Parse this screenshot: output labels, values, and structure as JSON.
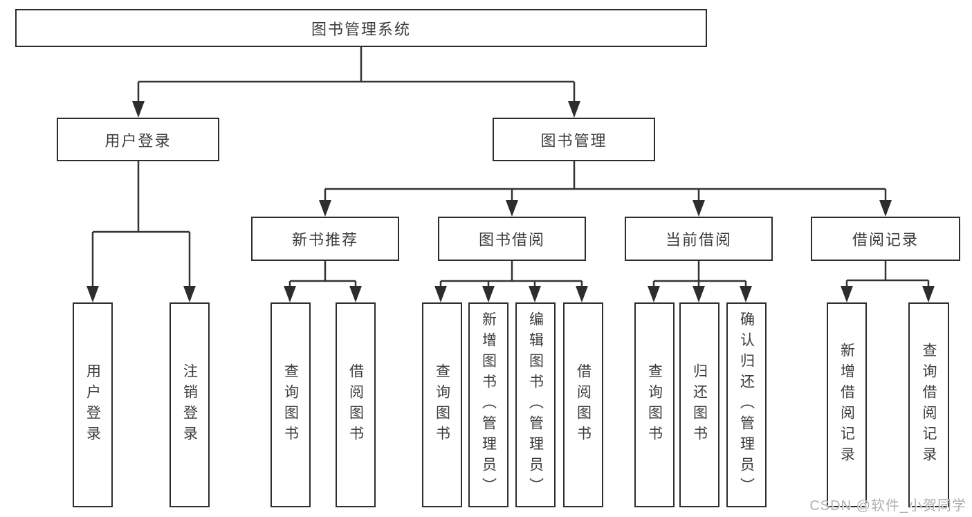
{
  "diagram_type": "hierarchy-tree",
  "colors": {
    "line": "#333333",
    "box_border": "#2d2d2d",
    "text": "#3c3c3c",
    "background": "#ffffff",
    "watermark": "#b0b0b0"
  },
  "tree": {
    "label": "图书管理系统",
    "children": [
      {
        "label": "用户登录",
        "children": [
          {
            "label": "用户登录"
          },
          {
            "label": "注销登录"
          }
        ]
      },
      {
        "label": "图书管理",
        "children": [
          {
            "label": "新书推荐",
            "children": [
              {
                "label": "查询图书"
              },
              {
                "label": "借阅图书"
              }
            ]
          },
          {
            "label": "图书借阅",
            "children": [
              {
                "label": "查询图书"
              },
              {
                "label": "新增图书（管理员）"
              },
              {
                "label": "编辑图书（管理员）"
              },
              {
                "label": "借阅图书"
              }
            ]
          },
          {
            "label": "当前借阅",
            "children": [
              {
                "label": "查询图书"
              },
              {
                "label": "归还图书"
              },
              {
                "label": "确认归还（管理员）"
              }
            ]
          },
          {
            "label": "借阅记录",
            "children": [
              {
                "label": "新增借阅记录"
              },
              {
                "label": "查询借阅记录"
              }
            ]
          }
        ]
      }
    ]
  },
  "watermark": {
    "text": "CSDN @软件_小贺同学"
  }
}
